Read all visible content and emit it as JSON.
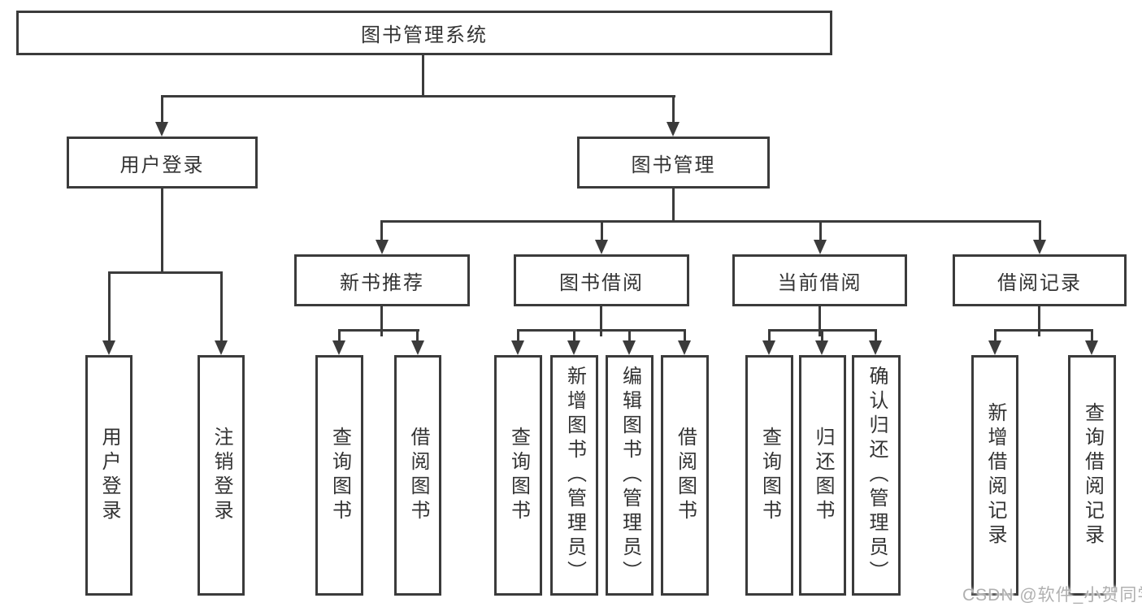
{
  "diagram": {
    "title": "图书管理系统",
    "root": {
      "label": "图书管理系统"
    },
    "level2": [
      {
        "id": "user-login",
        "label": "用户登录"
      },
      {
        "id": "book-management",
        "label": "图书管理"
      }
    ],
    "level3": [
      {
        "id": "new-book-recommend",
        "label": "新书推荐",
        "parent": "图书管理"
      },
      {
        "id": "book-borrow",
        "label": "图书借阅",
        "parent": "图书管理"
      },
      {
        "id": "current-borrow",
        "label": "当前借阅",
        "parent": "图书管理"
      },
      {
        "id": "borrow-records",
        "label": "借阅记录",
        "parent": "图书管理"
      }
    ],
    "leaves": [
      {
        "parent": "用户登录",
        "label": "用户登录"
      },
      {
        "parent": "用户登录",
        "label": "注销登录"
      },
      {
        "parent": "新书推荐",
        "label": "查询图书"
      },
      {
        "parent": "新书推荐",
        "label": "借阅图书"
      },
      {
        "parent": "图书借阅",
        "label": "查询图书"
      },
      {
        "parent": "图书借阅",
        "label": "新增图书（管理员）"
      },
      {
        "parent": "图书借阅",
        "label": "编辑图书（管理员）"
      },
      {
        "parent": "图书借阅",
        "label": "借阅图书"
      },
      {
        "parent": "当前借阅",
        "label": "查询图书"
      },
      {
        "parent": "当前借阅",
        "label": "归还图书"
      },
      {
        "parent": "当前借阅",
        "label": "确认归还（管理员）"
      },
      {
        "parent": "借阅记录",
        "label": "新增借阅记录"
      },
      {
        "parent": "借阅记录",
        "label": "查询借阅记录"
      }
    ],
    "watermark": "CSDN @软件_小贺同学",
    "colors": {
      "line": "#3b3b3b",
      "text": "#333333",
      "watermark": "#b0b0b0",
      "background": "#ffffff"
    }
  }
}
